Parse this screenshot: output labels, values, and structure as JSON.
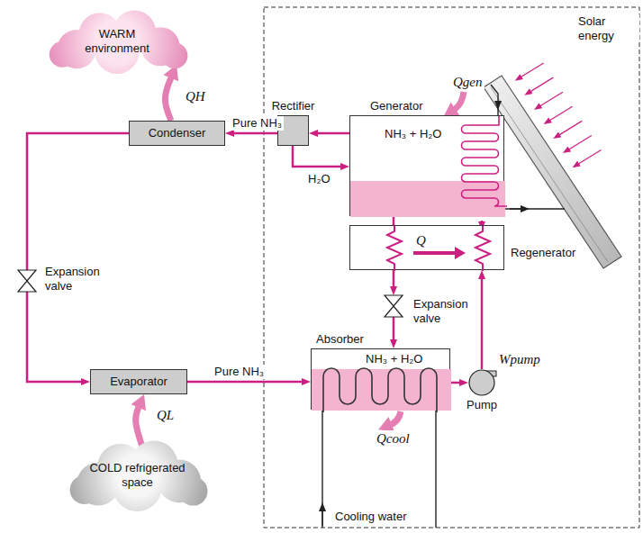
{
  "diagram": {
    "nodes": [
      {
        "text": [
          "WARM environment"
        ]
      },
      {
        "text": [
          "Condenser"
        ]
      },
      {
        "text": [
          "Rectifier"
        ]
      },
      {
        "text": [
          "Generator",
          "NH₃ + H₂O"
        ]
      },
      {
        "text": [
          "Regenerator"
        ]
      },
      {
        "text": [
          "Expansion valve"
        ]
      },
      {
        "text": [
          "Expansion valve"
        ]
      },
      {
        "text": [
          "Absorber",
          "NH₃ + H₂O"
        ]
      },
      {
        "text": [
          "Pump"
        ]
      },
      {
        "text": [
          "Evaporator"
        ]
      },
      {
        "text": [
          "COLD refrigerated space"
        ]
      }
    ],
    "edges": [
      {
        "from": 2,
        "to": 1,
        "arrow": "to",
        "label": "Pure NH₃"
      },
      {
        "from": 3,
        "to": 2,
        "arrow": "to"
      },
      {
        "from": 2,
        "to": 3,
        "arrow": "to",
        "label": "H₂O"
      },
      {
        "from": 1,
        "to": 0,
        "arrow": "to",
        "label": "QH"
      },
      {
        "from": 1,
        "to": 5,
        "arrow": "none"
      },
      {
        "from": 5,
        "to": 9,
        "arrow": "to"
      },
      {
        "from": 10,
        "to": 9,
        "arrow": "to",
        "label": "QL"
      },
      {
        "from": 9,
        "to": 7,
        "arrow": "to",
        "label": "Pure NH₃"
      },
      {
        "from": 3,
        "to": 4,
        "arrow": "none"
      },
      {
        "from": 4,
        "to": 6,
        "arrow": "to"
      },
      {
        "from": 6,
        "to": 7,
        "arrow": "to"
      },
      {
        "from": 7,
        "to": 8,
        "arrow": "to"
      },
      {
        "from": 8,
        "to": 4,
        "arrow": "to"
      },
      {
        "from": 4,
        "to": 3,
        "arrow": "to"
      }
    ],
    "labels": [
      "Qgen",
      "Solar energy",
      "Q",
      "Wpump",
      "Qcool",
      "Cooling water"
    ]
  }
}
